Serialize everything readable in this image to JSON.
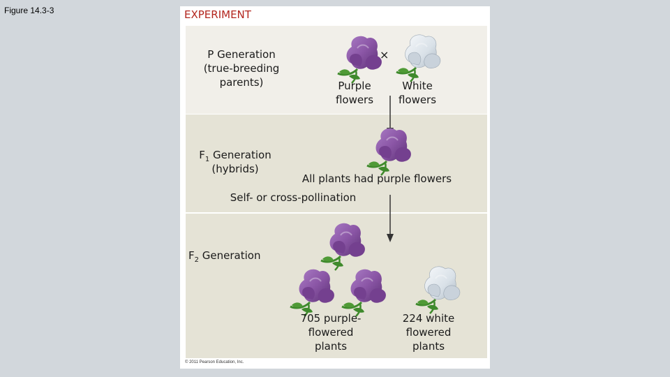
{
  "caption": "Figure 14.3-3",
  "experiment_title": "EXPERIMENT",
  "p_generation": {
    "label_lines": [
      "P Generation",
      "(true-breeding",
      "parents)"
    ],
    "cross_symbol": "×",
    "purple_label_lines": [
      "Purple",
      "flowers"
    ],
    "white_label_lines": [
      "White",
      "flowers"
    ]
  },
  "f1_generation": {
    "label_main": "F",
    "label_sub": "1",
    "label_rest": " Generation",
    "label_line2": "(hybrids)",
    "result": "All plants had purple flowers",
    "pollination": "Self- or cross-pollination"
  },
  "f2_generation": {
    "label_main": "F",
    "label_sub": "2",
    "label_rest": " Generation",
    "purple_count_lines": [
      "705 purple-",
      "flowered",
      "plants"
    ],
    "white_count_lines": [
      "224 white",
      "flowered",
      "plants"
    ]
  },
  "copyright": "© 2011 Pearson Education, Inc.",
  "colors": {
    "purple_petal": "#8e5aa8",
    "white_petal": "#dde4ea",
    "leaf": "#3f8a2c",
    "title_red": "#b3261e"
  }
}
